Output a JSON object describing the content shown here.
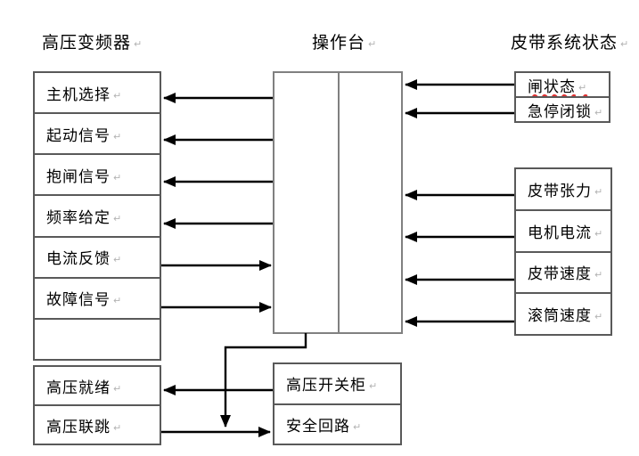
{
  "headers": {
    "left": "高压变频器",
    "center": "操作台",
    "right": "皮带系统状态"
  },
  "left_panel": {
    "title": "高压变频器",
    "top_rows": [
      "主机选择",
      "起动信号",
      "抱闸信号",
      "频率给定",
      "电流反馈",
      "故障信号",
      ""
    ],
    "bottom_rows": [
      "高压就绪",
      "高压联跳"
    ]
  },
  "console_panel": {
    "title": "操作台"
  },
  "right_panel": {
    "title": "皮带系统状态",
    "top_rows": [
      "闸状态",
      "急停闭锁"
    ],
    "bottom_rows": [
      "皮带张力",
      "电机电流",
      "皮带速度",
      "滚筒速度"
    ]
  },
  "bottom_panel": {
    "rows": [
      "高压开关柜",
      "安全回路"
    ]
  },
  "colors": {
    "arrow_line": "#000000",
    "table_border": "#595959",
    "console_border": "#808080",
    "spellcheck_underline": "#e03030",
    "paragraph_mark": "#b3b3b3"
  }
}
